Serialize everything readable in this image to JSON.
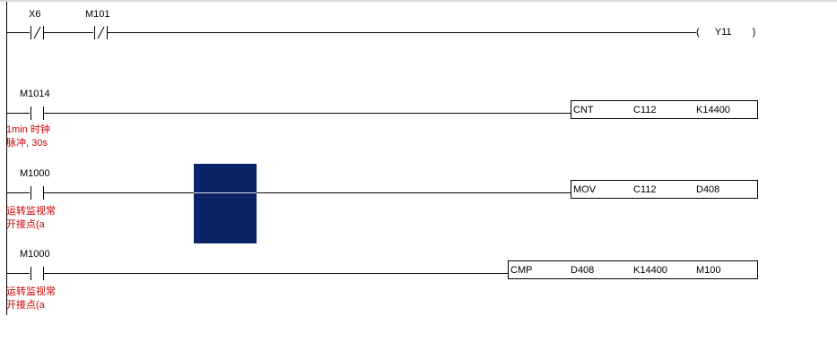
{
  "rungs": [
    {
      "contacts": [
        {
          "label": "X6",
          "type": "NC"
        },
        {
          "label": "M101",
          "type": "NC"
        }
      ],
      "coil": {
        "label": "Y11"
      }
    },
    {
      "contacts": [
        {
          "label": "M1014",
          "type": "NO"
        }
      ],
      "comment": [
        "1min 时钟",
        "脉冲, 30s"
      ],
      "instruction": {
        "op": "CNT",
        "operands": [
          "C112",
          "K14400"
        ]
      }
    },
    {
      "contacts": [
        {
          "label": "M1000",
          "type": "NO"
        }
      ],
      "comment": [
        "运转监视常",
        "开接点(a"
      ],
      "instruction": {
        "op": "MOV",
        "operands": [
          "C112",
          "D408"
        ]
      }
    },
    {
      "contacts": [
        {
          "label": "M1000",
          "type": "NO"
        }
      ],
      "comment": [
        "运转监视常",
        "开接点(a"
      ],
      "instruction": {
        "op": "CMP",
        "operands": [
          "D408",
          "K14400",
          "M100"
        ]
      }
    }
  ],
  "colors": {
    "line": "#000000",
    "comment": "#cc0000",
    "selection": "#0b2468"
  }
}
